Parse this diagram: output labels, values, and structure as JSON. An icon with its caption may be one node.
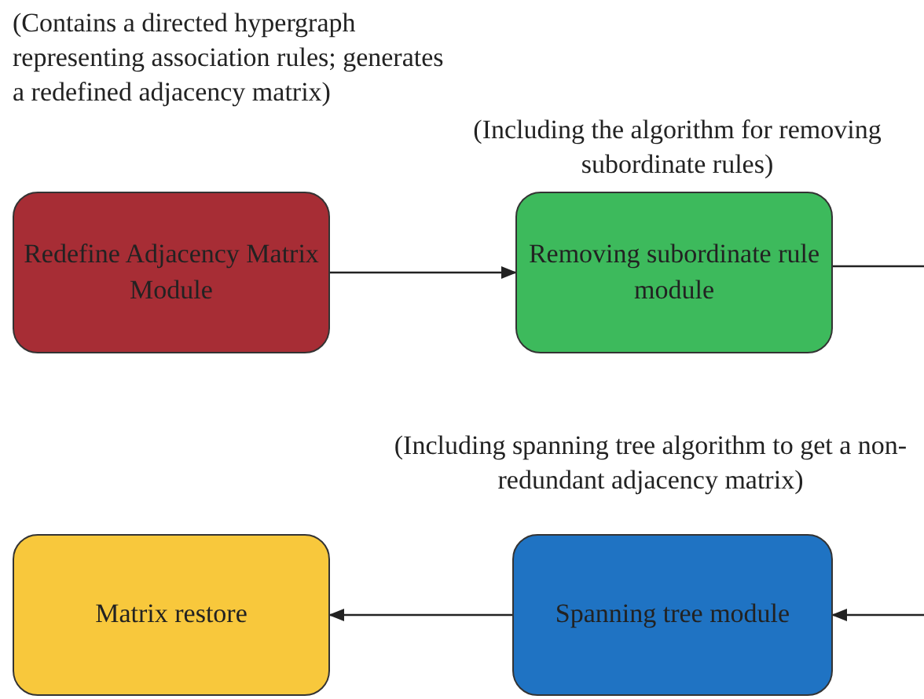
{
  "diagram": {
    "nodes": [
      {
        "text": [
          "Redefine Adjacency Matrix Module"
        ],
        "beside": [
          "(Contains a directed hypergraph representing association rules; generates a redefined adjacency matrix)"
        ]
      },
      {
        "text": [
          "Removing subordinate rule module"
        ],
        "beside": [
          "(Including the algorithm for removing subordinate rules)"
        ]
      },
      {
        "text": [
          "Spanning tree module"
        ],
        "beside": [
          "(Including spanning tree algorithm to get a non-redundant adjacency matrix)"
        ]
      },
      {
        "text": [
          "Matrix restore"
        ]
      }
    ],
    "edges": [
      {
        "from": 0,
        "to": 1,
        "arrow": "to"
      },
      {
        "from": 1,
        "to": null,
        "arrow": "none"
      },
      {
        "from": null,
        "to": 2,
        "arrow": "to"
      },
      {
        "from": 2,
        "to": 3,
        "arrow": "to"
      }
    ]
  }
}
